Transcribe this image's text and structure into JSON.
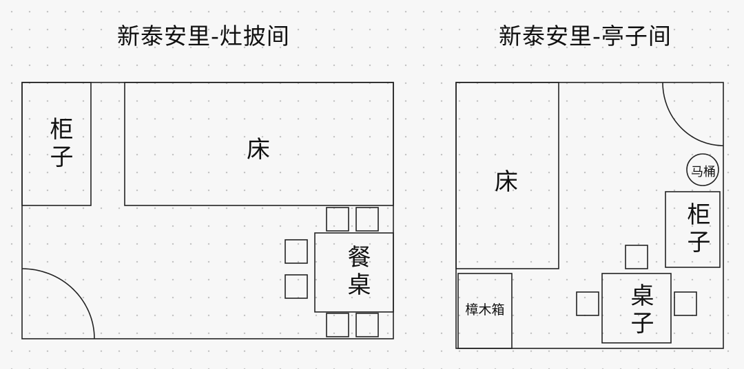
{
  "left_plan": {
    "title": "新泰安里-灶披间",
    "cabinet_label": "柜子",
    "bed_label": "床",
    "dining_table_label": "餐桌"
  },
  "right_plan": {
    "title": "新泰安里-亭子间",
    "bed_label": "床",
    "toilet_label": "马桶",
    "cabinet_label": "柜子",
    "camphor_chest_label": "樟木箱",
    "table_label": "桌子"
  }
}
